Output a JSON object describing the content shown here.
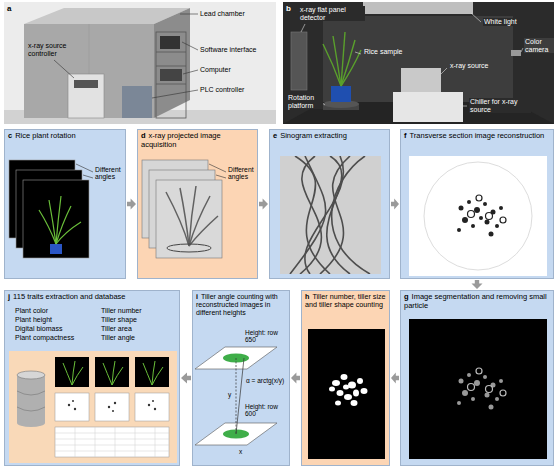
{
  "diagram": {
    "nodes": [
      {
        "text": [
          "a"
        ]
      },
      {
        "text": [
          "b"
        ]
      },
      {
        "text": [
          "c",
          "Rice plant rotation"
        ]
      },
      {
        "text": [
          "d",
          "x-ray projected image acquisition"
        ]
      },
      {
        "text": [
          "e",
          "Sinogram extracting"
        ]
      },
      {
        "text": [
          "f",
          "Transverse section image reconstruction"
        ]
      },
      {
        "text": [
          "g",
          "Image segmentation and removing small particle"
        ]
      },
      {
        "text": [
          "h",
          "Tiller number, tiller size and tiller shape counting"
        ]
      },
      {
        "text": [
          "i",
          "Tiller angle counting with reconstructed images in different heights"
        ]
      },
      {
        "text": [
          "j",
          "115 traits extraction and database"
        ]
      }
    ],
    "edges": [
      {
        "from": 2,
        "to": 3,
        "arrow": "to"
      },
      {
        "from": 3,
        "to": 4,
        "arrow": "to"
      },
      {
        "from": 4,
        "to": 5,
        "arrow": "to"
      },
      {
        "from": 5,
        "to": 6,
        "arrow": "to"
      },
      {
        "from": 6,
        "to": 7,
        "arrow": "to"
      },
      {
        "from": 7,
        "to": 8,
        "arrow": "to"
      },
      {
        "from": 8,
        "to": 9,
        "arrow": "to"
      }
    ],
    "labels": [
      "Lead chamber",
      "x-ray source controller",
      "Software interface",
      "Computer",
      "PLC controller",
      "x-ray flat panel detector",
      "White light",
      "Rice sample",
      "x-ray source",
      "Color camera",
      "Rotation platform",
      "Chiller for x-ray source",
      "Different angles",
      "Different angles",
      "Height: row 650",
      "Height: row 600",
      "α = arctg(x/y)",
      "x",
      "y",
      "Plant color",
      "Plant height",
      "Digital biomass",
      "Plant compactness",
      "Tiller number",
      "Tiller shape",
      "Tiller area",
      "Tiller angle"
    ]
  }
}
